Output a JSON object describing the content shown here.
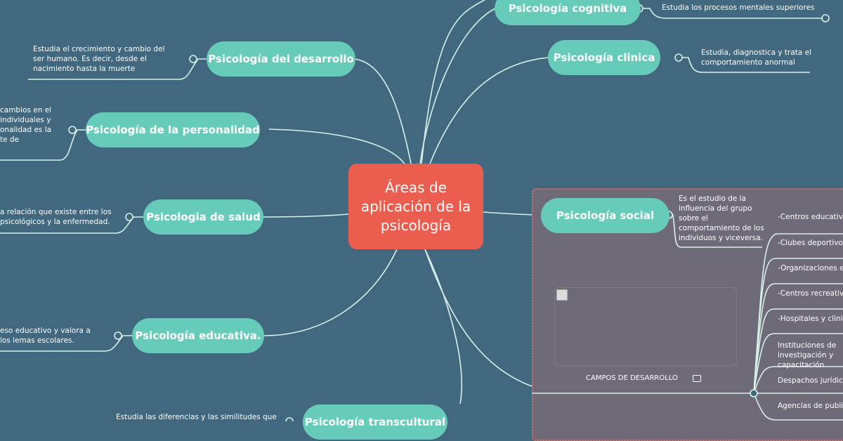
{
  "central": {
    "title": "Áreas de aplicación de la psicología",
    "color": "#eb5d4f"
  },
  "colors": {
    "background": "#41687e",
    "node": "#66ccb9",
    "frame": "#6e6a78",
    "frame_border": "#e36b63",
    "line": "#d8f1ea"
  },
  "branches": [
    {
      "label": "Psicología cognitiva",
      "desc": "Estudia los procesos mentales superiores"
    },
    {
      "label": "Psicología clinica",
      "desc": "Estudia, diagnostica y trata el comportamiento anormal"
    },
    {
      "label": "Psicología del desarrollo",
      "desc": "Estudia el crecimiento y cambio del ser humano. Es decir, desde el nacimiento hasta la muerte"
    },
    {
      "label": "Psicología de la personalidad",
      "desc": "cambios en el individuales y onalidad es la te de"
    },
    {
      "label": "Psicologia de salud",
      "desc": "a relación que existe entre los psicológicos y la enfermedad."
    },
    {
      "label": "Psicología educativa.",
      "desc": "eso educativo y valora a los lemas escolares."
    },
    {
      "label": "Psicología transcultural",
      "desc": "Estudia las diferencias y las similitudes que"
    },
    {
      "label": "Psicología social",
      "desc": "Es el estudio de la influencia del grupo sobre el comportamiento de los individuos y viceversa."
    }
  ],
  "social_image": {
    "caption": "CAMPOS DE DESARROLLO",
    "icon": "image-icon"
  },
  "social_fields": [
    "-Centros educativos",
    "-Clubes deportivos",
    "-Organizaciones en",
    "-Centros recreativos",
    "-Hospitales y clinicas",
    "Instituciones de investigación y capacitación",
    "Despachos jurídicos",
    "Agencias de publicidad"
  ]
}
